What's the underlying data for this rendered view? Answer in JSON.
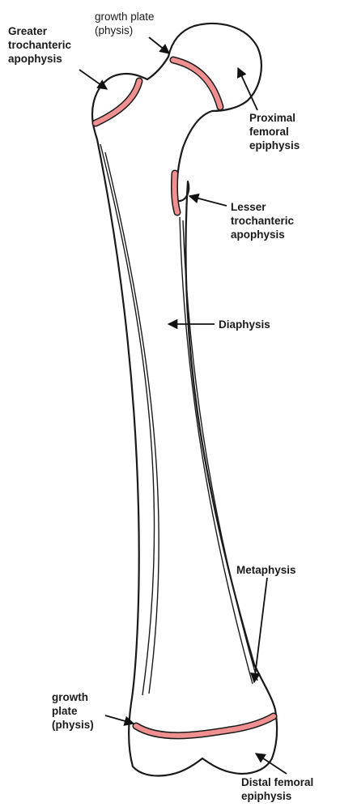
{
  "colors": {
    "growth_plate": "#f08f8f",
    "outline": "#1a1a1a",
    "background": "#ffffff"
  },
  "labels": {
    "greater_trochanteric_apophysis": "Greater\ntrochanteric\napophysis",
    "growth_plate_top": "growth plate\n(physis)",
    "proximal_femoral_epiphysis": "Proximal\nfemoral\nepiphysis",
    "lesser_trochanteric_apophysis": "Lesser\ntrochanteric\napophysis",
    "diaphysis": "Diaphysis",
    "metaphysis": "Metaphysis",
    "growth_plate_bottom": "growth\nplate\n(physis)",
    "distal_femoral_epiphysis": "Distal femoral\nepiphysis"
  }
}
